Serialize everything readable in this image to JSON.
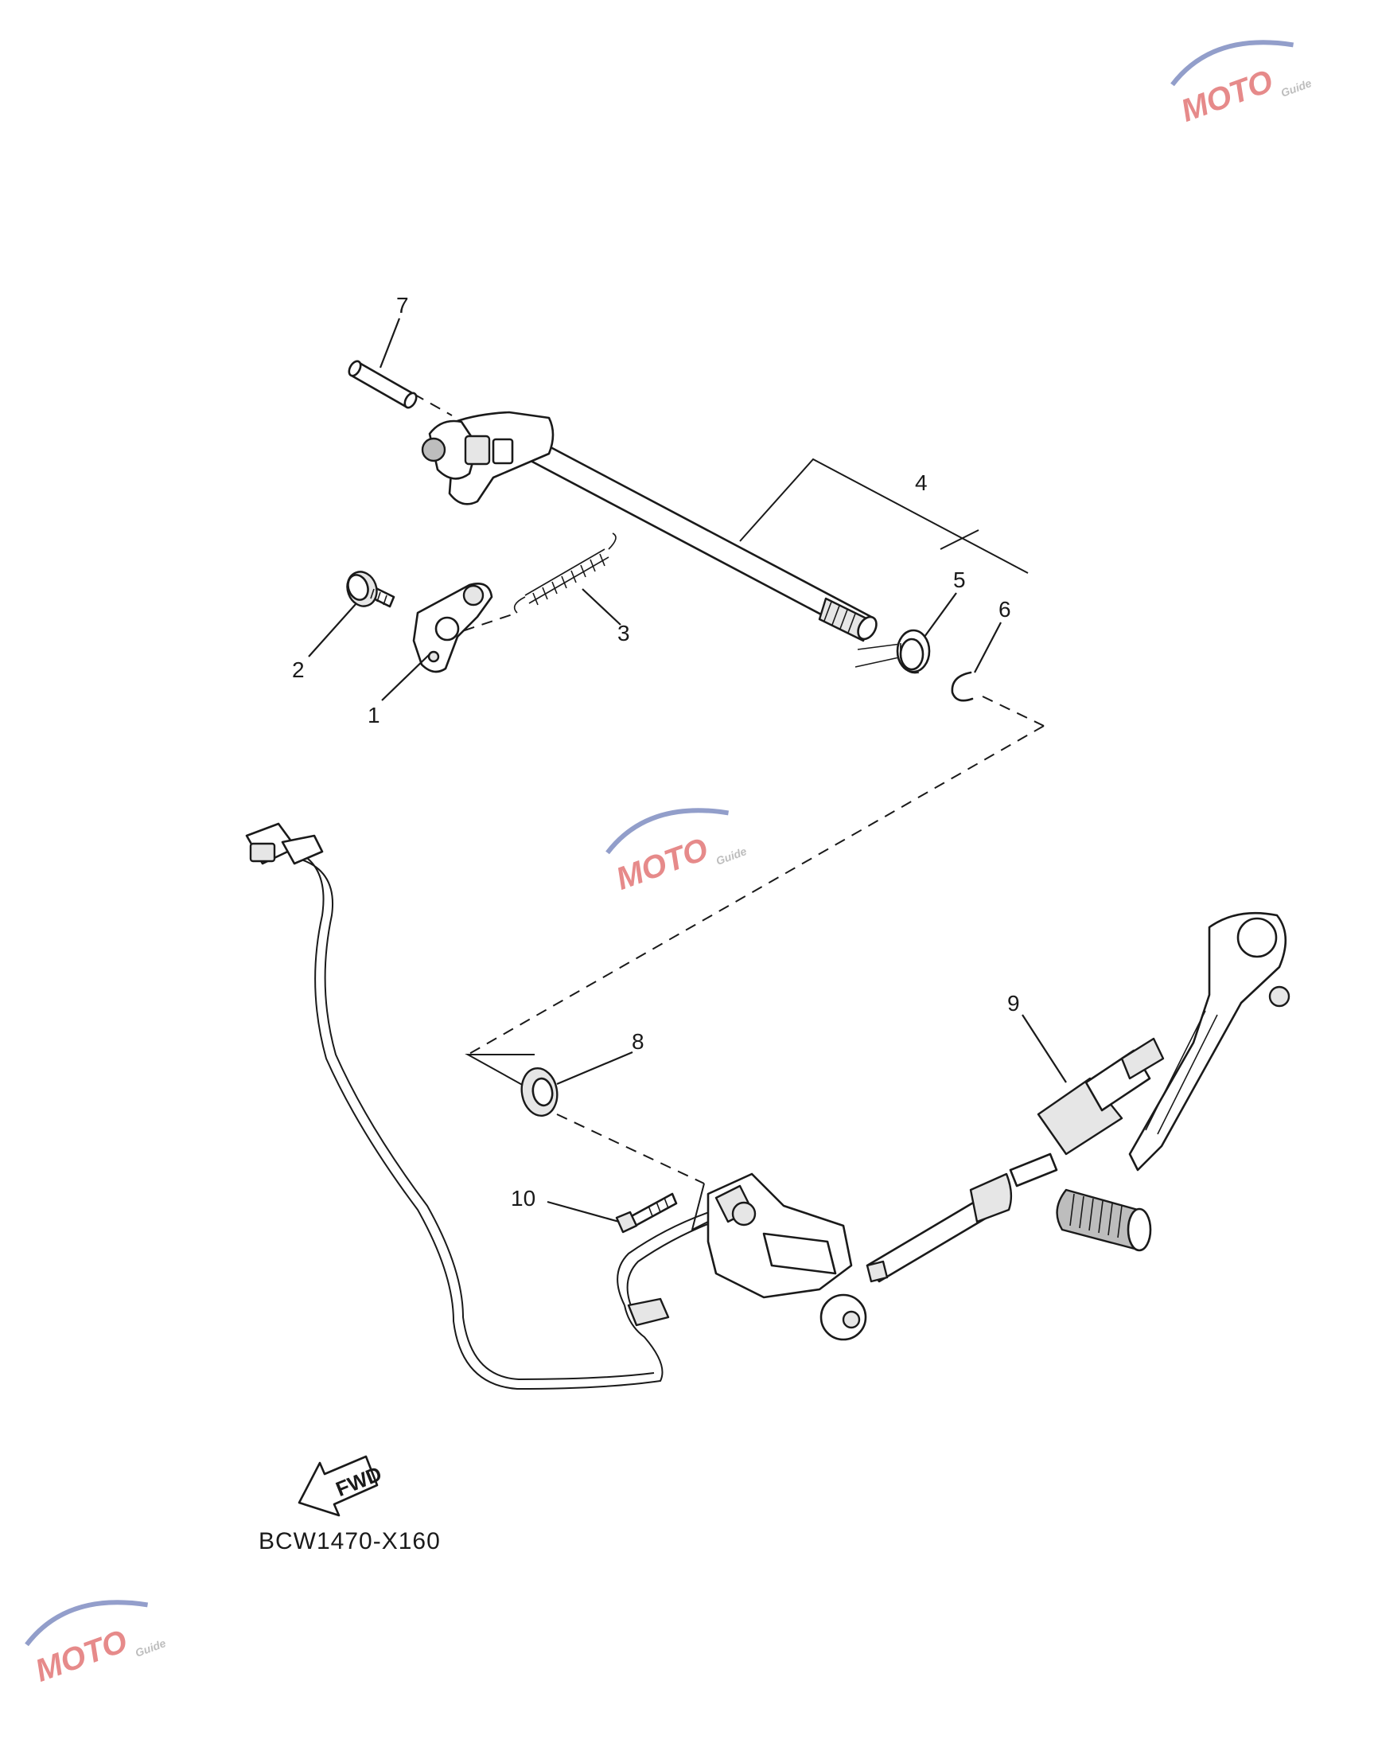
{
  "diagram": {
    "callouts": [
      {
        "id": "1",
        "label": "1"
      },
      {
        "id": "2",
        "label": "2"
      },
      {
        "id": "3",
        "label": "3"
      },
      {
        "id": "4",
        "label": "4"
      },
      {
        "id": "5",
        "label": "5"
      },
      {
        "id": "6",
        "label": "6"
      },
      {
        "id": "7",
        "label": "7"
      },
      {
        "id": "8",
        "label": "8"
      },
      {
        "id": "9",
        "label": "9"
      },
      {
        "id": "10",
        "label": "10"
      }
    ],
    "fwd_arrow_label": "FWD",
    "drawing_code": "BCW1470-X160"
  },
  "watermark": {
    "text": "MOTO",
    "sub": "Guide",
    "colors": {
      "primary": "#d22b2b",
      "secondary": "#3a4fa0"
    }
  }
}
